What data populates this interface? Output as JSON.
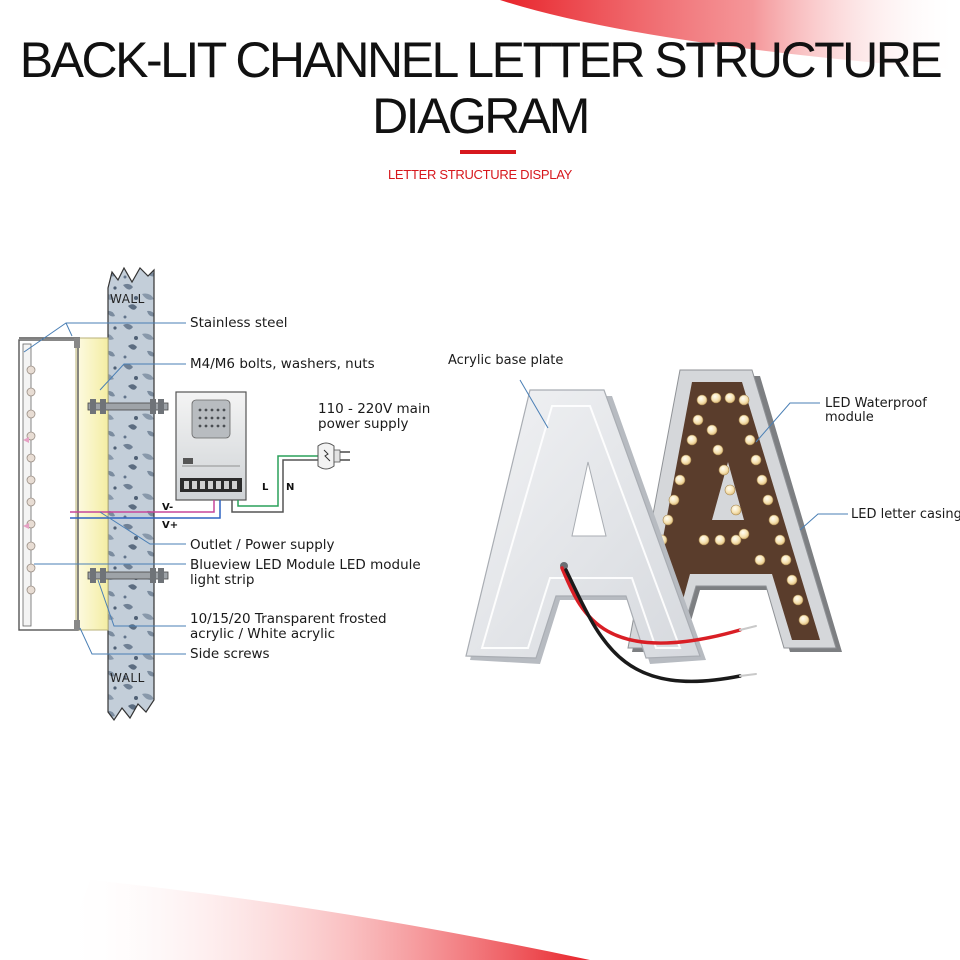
{
  "title": {
    "line1": "BACK-LIT CHANNEL LETTER STRUCTURE",
    "line2": "DIAGRAM"
  },
  "subtitle": "LETTER STRUCTURE DISPLAY",
  "colors": {
    "accent": "#d7181d",
    "wall_stone": "#b9c6d3",
    "acrylic_glow": "#fbf6c8",
    "led_warm": "#f6e3b6",
    "leader_line": "#4a7fb5"
  },
  "section_diagram": {
    "wall_top": "WALL",
    "wall_bottom": "WALL",
    "wire_labels": {
      "v_minus": "V-",
      "v_plus": "V+",
      "live": "L",
      "neutral": "N"
    },
    "callouts": {
      "stainless_steel": "Stainless steel",
      "bolts": "M4/M6 bolts, washers, nuts",
      "mains_line1": "110 - 220V main",
      "mains_line2": "power supply",
      "outlet": "Outlet / Power supply",
      "led_module_line1": "Blueview LED Module LED module",
      "led_module_line2": "light strip",
      "acrylic_line1": "10/15/20 Transparent frosted",
      "acrylic_line2": "acrylic / White acrylic",
      "side_screws": "Side screws"
    }
  },
  "letter_display": {
    "callouts": {
      "acrylic_base": "Acrylic base plate",
      "led_module_line1": "LED Waterproof",
      "led_module_line2": "module",
      "casing": "LED letter casing"
    }
  }
}
